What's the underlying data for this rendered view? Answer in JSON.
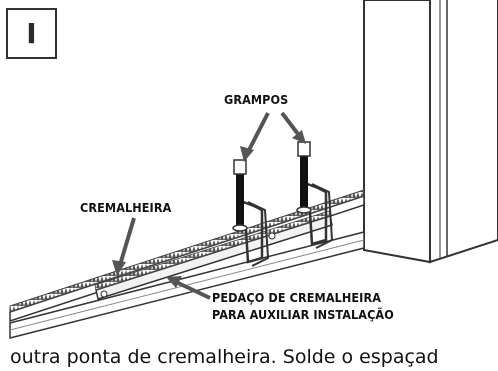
{
  "step_label": "I",
  "callouts": {
    "grampos": "GRAMPOS",
    "cremalheira": "CREMALHEIRA",
    "pedaco_line1": "PEDAÇO DE CREMALHEIRA",
    "pedaco_line2": "PARA AUXILIAR INSTALAÇÃO"
  },
  "caption": "outra ponta de cremalheira. Solde o espaçad"
}
